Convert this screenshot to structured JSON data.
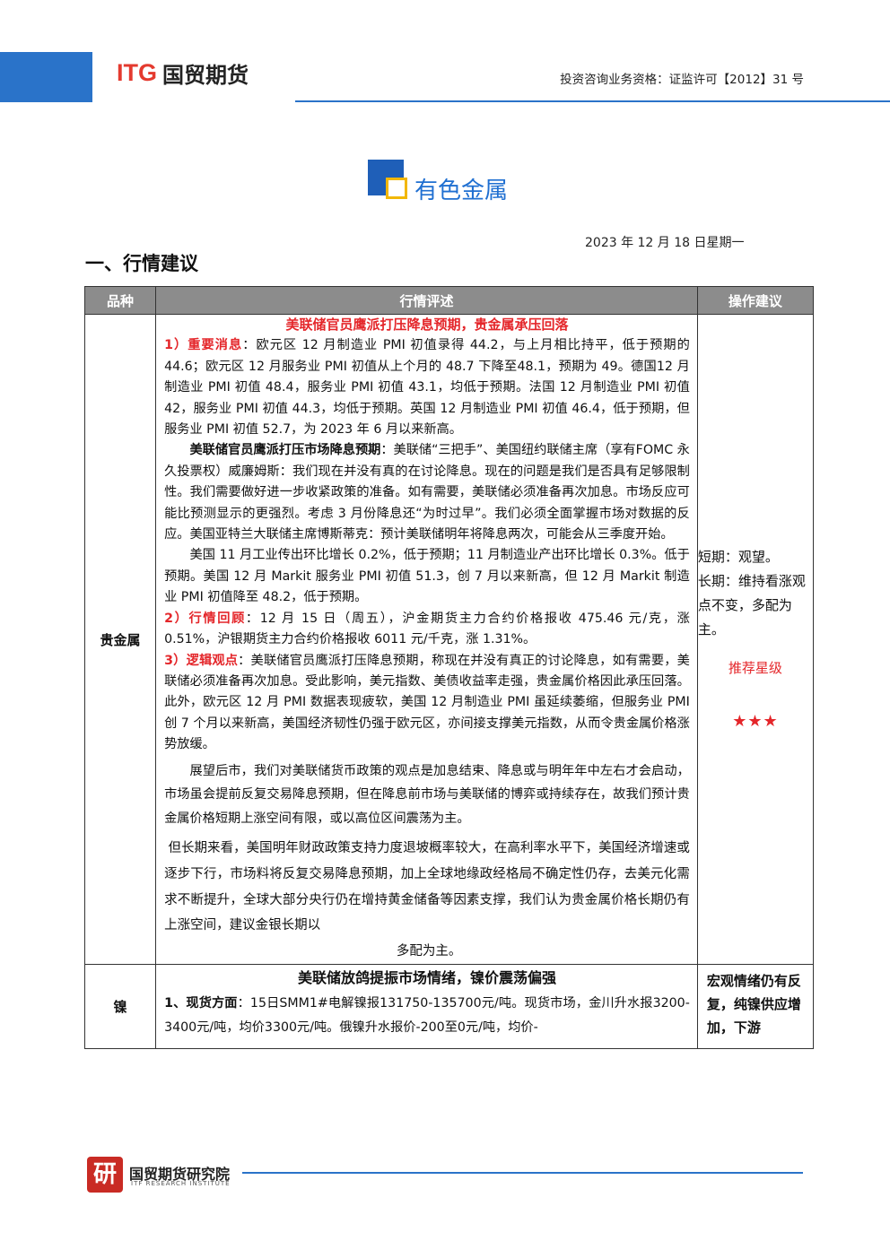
{
  "header": {
    "logo_en": "ITG",
    "logo_cn": "国贸期货",
    "license": "投资咨询业务资格：证监许可【2012】31 号"
  },
  "title": "有色金属",
  "date": "2023 年 12 月 18 日星期一",
  "section_heading": "一、行情建议",
  "table": {
    "headers": [
      "品种",
      "行情评述",
      "操作建议"
    ],
    "precious": {
      "variety": "贵金属",
      "headline": "美联储官员鹰派打压降息预期，贵金属承压回落",
      "p1_label": "1）重要消息",
      "p1_text": "：欧元区 12 月制造业 PMI 初值录得 44.2，与上月相比持平，低于预期的44.6；欧元区 12 月服务业 PMI 初值从上个月的 48.7 下降至48.1，预期为 49。德国12 月制造业 PMI 初值 48.4，服务业 PMI 初值 43.1，均低于预期。法国 12 月制造业 PMI 初值 42，服务业 PMI 初值 44.3，均低于预期。英国 12 月制造业 PMI 初值 46.4，低于预期，但服务业 PMI 初值 52.7，为 2023 年 6 月以来新高。",
      "p2_label": "美联储官员鹰派打压市场降息预期",
      "p2_text": "：美联储“三把手”、美国纽约联储主席（享有FOMC 永久投票权）威廉姆斯：我们现在并没有真的在讨论降息。现在的问题是我们是否具有足够限制性。我们需要做好进一步收紧政策的准备。如有需要，美联储必须准备再次加息。市场反应可能比预测显示的更强烈。考虑 3 月份降息还“为时过早”。我们必须全面掌握市场对数据的反应。美国亚特兰大联储主席博斯蒂克：预计美联储明年将降息两次，可能会从三季度开始。",
      "p3_text": "美国 11 月工业传出环比增长 0.2%，低于预期；11 月制造业产出环比增长 0.3%。低于预期。美国 12 月 Markit 服务业 PMI 初值 51.3，创 7 月以来新高，但 12 月 Markit 制造业 PMI 初值降至 48.2，低于预期。",
      "p4_label": "2）行情回顾",
      "p4_text": "：12 月 15 日（周五），沪金期货主力合约价格报收 475.46 元/克，涨 0.51%，沪银期货主力合约价格报收 6011 元/千克，涨 1.31%。",
      "p5_label": "3）逻辑观点",
      "p5_text": "：美联储官员鹰派打压降息预期，称现在并没有真正的讨论降息，如有需要，美联储必须准备再次加息。受此影响，美元指数、美债收益率走强，贵金属价格因此承压回落。此外，欧元区 12 月 PMI 数据表现疲软，美国 12 月制造业 PMI 虽延续萎缩，但服务业 PMI 创 7 个月以来新高，美国经济韧性仍强于欧元区，亦间接支撑美元指数，从而令贵金属价格涨势放缓。",
      "p6_text": "展望后市，我们对美联储货币政策的观点是加息结束、降息或与明年年中左右才会启动，市场虽会提前反复交易降息预期，但在降息前市场与美联储的博弈或持续存在，故我们预计贵金属价格短期上涨空间有限，或以高位区间震荡为主。",
      "p7_text": "但长期来看，美国明年财政政策支持力度退坡概率较大，在高利率水平下，美国经济增速或逐步下行，市场料将反复交易降息预期，加上全球地缘政经格局不确定性仍存，去美元化需求不断提升，全球大部分央行仍在增持黄金储备等因素支撑，我们认为贵金属价格长期仍有上涨空间，建议金银长期以",
      "p7_last": "多配为主。",
      "advice_short": "短期：观望。",
      "advice_long": "长期：维持看涨观点不变，多配为主。",
      "rec_label": "推荐星级",
      "stars": "★★★"
    },
    "nickel": {
      "variety": "镍",
      "headline": "美联储放鸽提振市场情绪，镍价震荡偏强",
      "label": "1、现货方面",
      "text": "：15日SMM1#电解镍报131750-135700元/吨。现货市场，金川升水报3200-3400元/吨，均价3300元/吨。俄镍升水报价-200至0元/吨，均价-",
      "advice": "宏观情绪仍有反复，纯镍供应增加，下游"
    }
  },
  "footer": {
    "logo_char": "研",
    "name": "国贸期货研究院",
    "sub": "ITF RESEARCH INSTITUTE"
  }
}
